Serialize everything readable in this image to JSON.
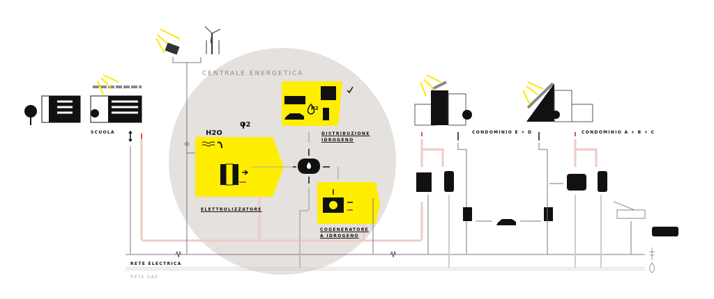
{
  "title": "CENTRALE ENERGETICA",
  "labels": {
    "scuola": "SCUOLA",
    "condominio_ed": "CONDOMINIO E + D",
    "condominio_abc": "CONDOMINIO A + B + C",
    "elettrolizzatore": "ELETTROLIZZATORE",
    "distribuzione_1": "DISTRIBUZIONE",
    "distribuzione_2": "IDROGENO",
    "cogeneratore_1": "COGENERATORE",
    "cogeneratore_2": "A IDROGENO",
    "rete_elettrica": "RETE ELECTRICA",
    "rete_gas": "RETE GAS"
  },
  "chemistry": {
    "water": "H2O",
    "oxygen": "O2",
    "hydrogen": "H2"
  },
  "colors": {
    "yellow": "#ffee00",
    "circle": "#e4e1de",
    "heat": "#d9534f",
    "pipe": "#f1c9c6",
    "gas": "#cccccc",
    "line": "#777777"
  }
}
